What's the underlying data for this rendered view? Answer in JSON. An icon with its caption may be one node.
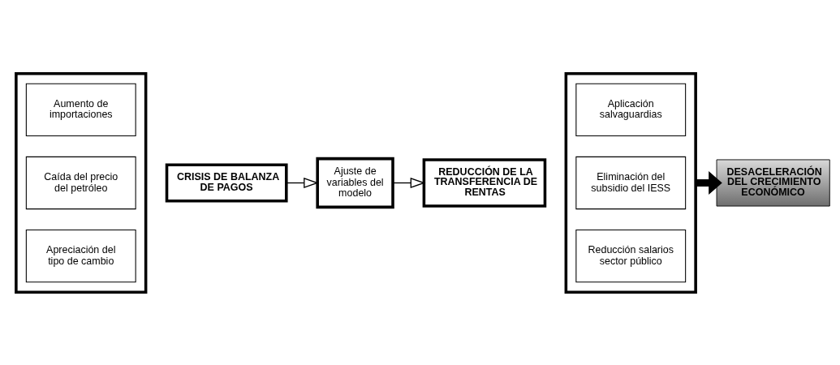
{
  "diagram": {
    "nodes": [
      {
        "text": [],
        "shape": "box"
      },
      {
        "text": [
          "Aumento de importaciones"
        ],
        "in": 0
      },
      {
        "text": [
          "Caída del precio del petróleo"
        ],
        "in": 0
      },
      {
        "text": [
          "Apreciación del tipo de cambio"
        ],
        "in": 0
      },
      {
        "text": [
          "CRISIS DE BALANZA DE PAGOS"
        ]
      },
      {
        "text": [
          "Ajuste de variables del modelo"
        ]
      },
      {
        "text": [
          "REDUCCIÓN DE LA TRANSFERENCIA DE RENTAS"
        ]
      },
      {
        "text": [],
        "shape": "box"
      },
      {
        "text": [
          "Aplicación salvaguardias"
        ],
        "in": 7
      },
      {
        "text": [
          "Eliminación del subsidio del IESS"
        ],
        "in": 7
      },
      {
        "text": [
          "Reducción salarios sector público"
        ],
        "in": 7
      },
      {
        "text": [
          "DESACELERACIÓN DEL CRECIMIENTO ECONÓMICO"
        ]
      }
    ],
    "edges": [
      {
        "from": 4,
        "to": 5,
        "arrow": "to"
      },
      {
        "from": 5,
        "to": 6,
        "arrow": "to"
      },
      {
        "from": 7,
        "to": 11,
        "arrow": "to",
        "style": "thick"
      }
    ]
  }
}
